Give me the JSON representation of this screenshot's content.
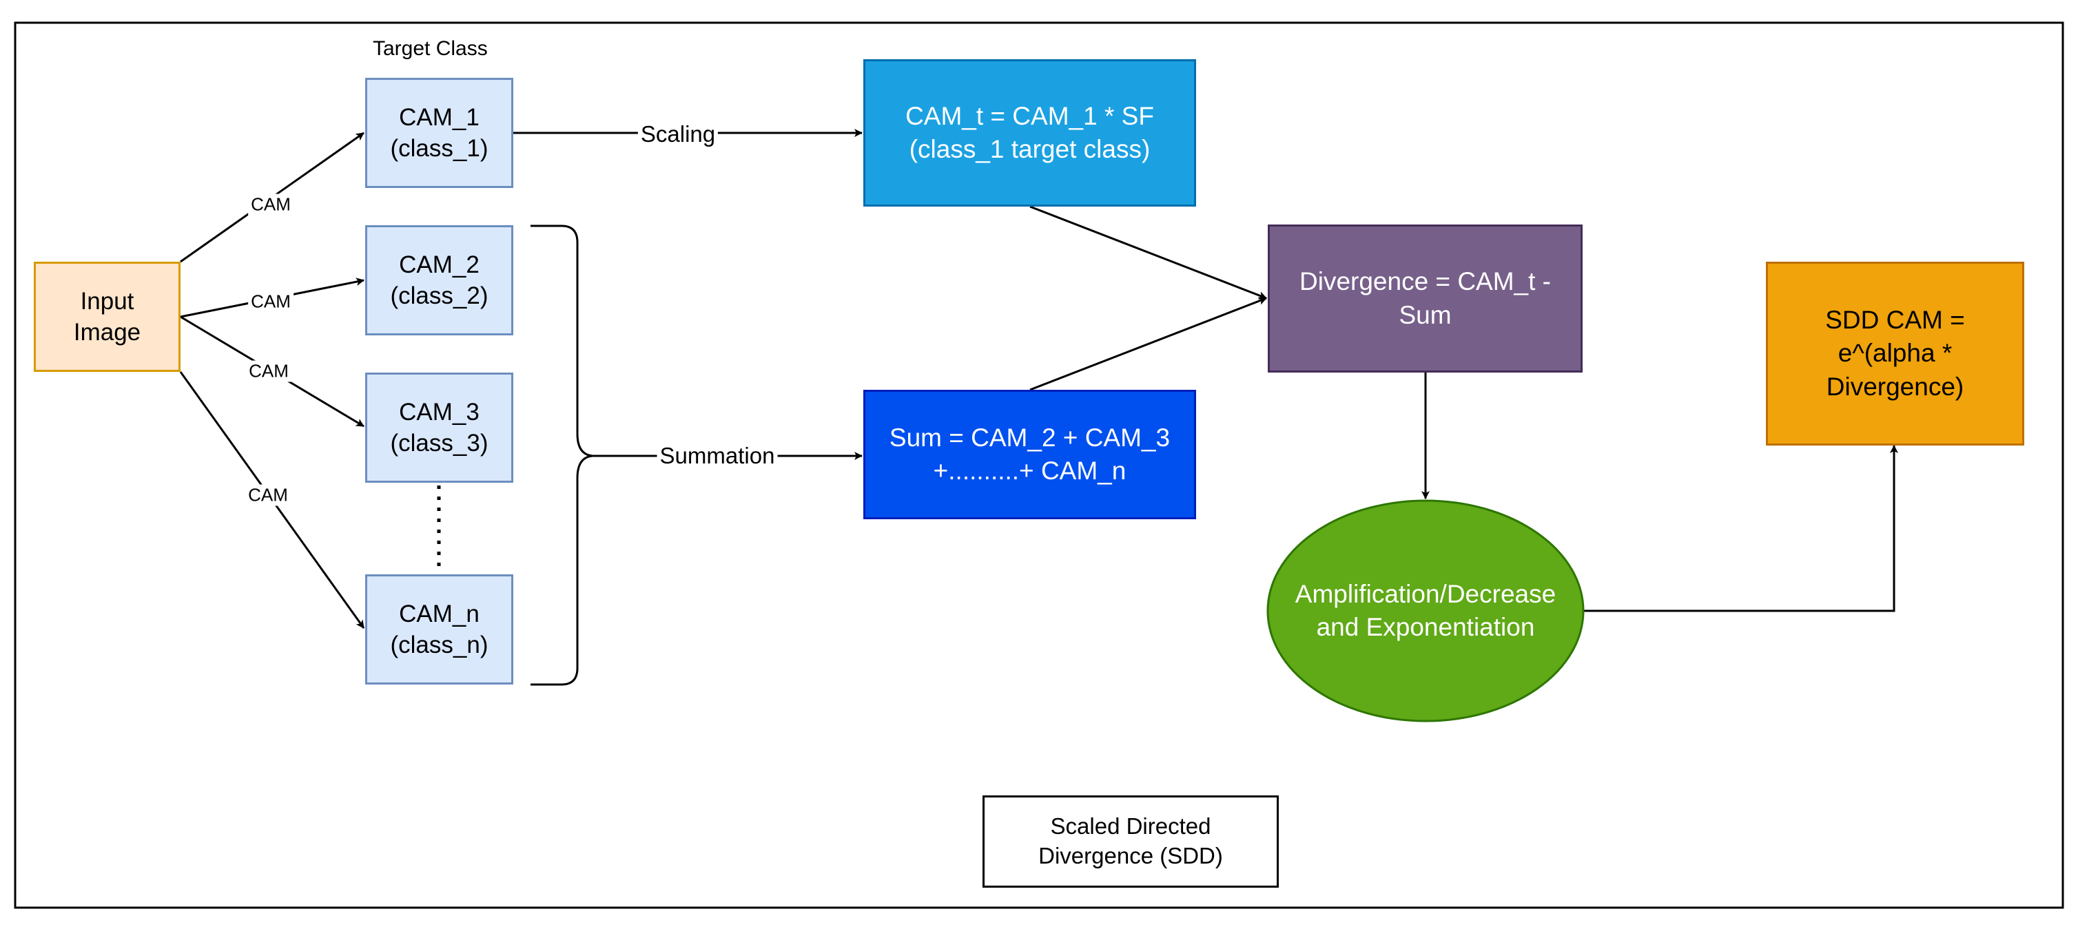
{
  "labels": {
    "target_class": "Target Class",
    "scaling": "Scaling",
    "summation": "Summation",
    "cam_edges": [
      "CAM",
      "CAM",
      "CAM",
      "CAM"
    ]
  },
  "nodes": {
    "input_image": "Input\nImage",
    "cam_1": "CAM_1\n(class_1)",
    "cam_2": "CAM_2\n(class_2)",
    "cam_3": "CAM_3\n(class_3)",
    "cam_n": "CAM_n\n(class_n)",
    "cam_t": "CAM_t = CAM_1 * SF\n(class_1 target class)",
    "sum": "Sum = CAM_2 + CAM_3\n+..........+ CAM_n",
    "divergence": "Divergence = CAM_t -\nSum",
    "amplification": "Amplification/Decrease\nand Exponentiation",
    "sdd_cam": "SDD CAM =\ne^(alpha *\nDivergence)",
    "caption": "Scaled Directed\nDivergence (SDD)"
  },
  "colors": {
    "input_fill": "#ffe6cc",
    "input_stroke": "#d79b00",
    "cam_fill": "#dae8fc",
    "cam_stroke": "#6c8ebf",
    "cam_t_fill": "#1ba1e2",
    "cam_t_stroke": "#006eaf",
    "sum_fill": "#0050ef",
    "sum_stroke": "#001dbc",
    "divergence_fill": "#76608a",
    "divergence_stroke": "#432d57",
    "amplification_fill": "#60a917",
    "amplification_stroke": "#2d7600",
    "sdd_fill": "#f0a30a",
    "sdd_stroke": "#bd7000"
  }
}
